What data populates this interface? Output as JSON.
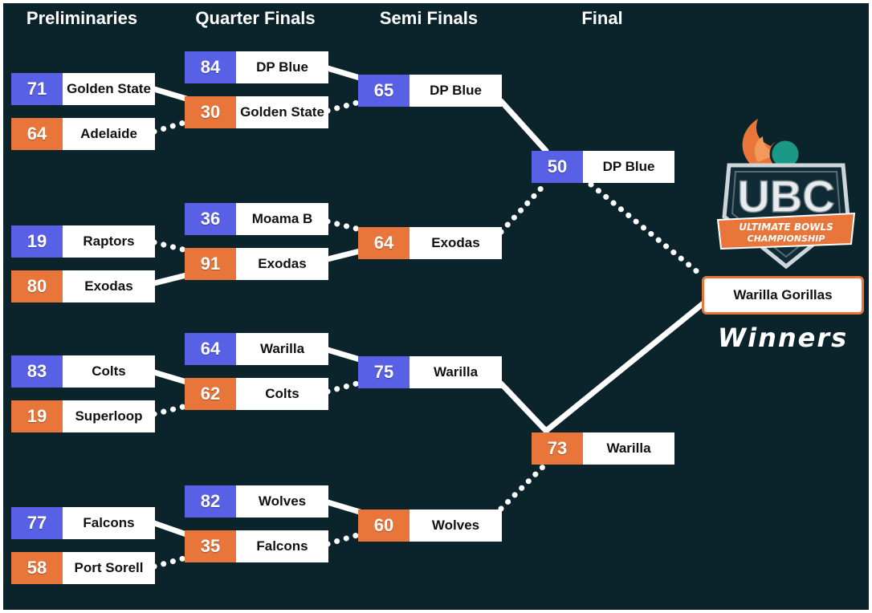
{
  "rounds": [
    "Preliminaries",
    "Quarter Finals",
    "Semi Finals",
    "Final"
  ],
  "preliminaries": [
    {
      "score": "71",
      "team": "Golden State",
      "color": "blue"
    },
    {
      "score": "64",
      "team": "Adelaide",
      "color": "orange"
    },
    {
      "score": "19",
      "team": "Raptors",
      "color": "blue"
    },
    {
      "score": "80",
      "team": "Exodas",
      "color": "orange"
    },
    {
      "score": "83",
      "team": "Colts",
      "color": "blue"
    },
    {
      "score": "19",
      "team": "Superloop",
      "color": "orange"
    },
    {
      "score": "77",
      "team": "Falcons",
      "color": "blue"
    },
    {
      "score": "58",
      "team": "Port Sorell",
      "color": "orange"
    }
  ],
  "quarter_finals": [
    {
      "score": "84",
      "team": "DP Blue",
      "color": "blue"
    },
    {
      "score": "30",
      "team": "Golden State",
      "color": "orange"
    },
    {
      "score": "36",
      "team": "Moama B",
      "color": "blue"
    },
    {
      "score": "91",
      "team": "Exodas",
      "color": "orange"
    },
    {
      "score": "64",
      "team": "Warilla",
      "color": "blue"
    },
    {
      "score": "62",
      "team": "Colts",
      "color": "orange"
    },
    {
      "score": "82",
      "team": "Wolves",
      "color": "blue"
    },
    {
      "score": "35",
      "team": "Falcons",
      "color": "orange"
    }
  ],
  "semi_finals": [
    {
      "score": "65",
      "team": "DP Blue",
      "color": "blue"
    },
    {
      "score": "64",
      "team": "Exodas",
      "color": "orange"
    },
    {
      "score": "75",
      "team": "Warilla",
      "color": "blue"
    },
    {
      "score": "60",
      "team": "Wolves",
      "color": "orange"
    }
  ],
  "final": [
    {
      "score": "50",
      "team": "DP Blue",
      "color": "blue"
    },
    {
      "score": "73",
      "team": "Warilla",
      "color": "orange"
    }
  ],
  "champion": "Warilla Gorillas",
  "winners_label": "Winners",
  "logo": {
    "main": "UBC",
    "line1": "ULTIMATE BOWLS",
    "line2": "CHAMPIONSHIP"
  },
  "colors": {
    "background": "#0b242c",
    "blue": "#5860e6",
    "orange": "#e8763a",
    "connector": "#ffffff"
  }
}
